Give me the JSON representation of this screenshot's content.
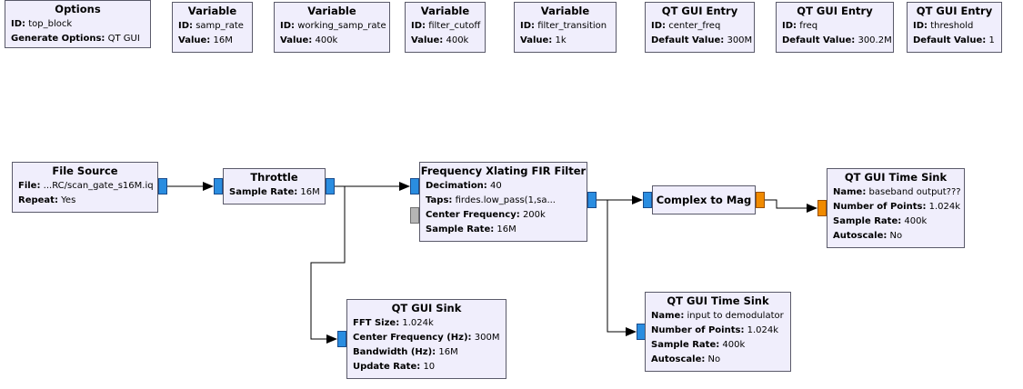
{
  "blocks": {
    "options": {
      "title": "Options",
      "rows": [
        {
          "k": "ID:",
          "v": "top_block"
        },
        {
          "k": "Generate Options:",
          "v": "QT GUI"
        }
      ]
    },
    "var_samp_rate": {
      "title": "Variable",
      "rows": [
        {
          "k": "ID:",
          "v": "samp_rate"
        },
        {
          "k": "Value:",
          "v": "16M"
        }
      ]
    },
    "var_working_samp_rate": {
      "title": "Variable",
      "rows": [
        {
          "k": "ID:",
          "v": "working_samp_rate"
        },
        {
          "k": "Value:",
          "v": "400k"
        }
      ]
    },
    "var_filter_cutoff": {
      "title": "Variable",
      "rows": [
        {
          "k": "ID:",
          "v": "filter_cutoff"
        },
        {
          "k": "Value:",
          "v": "400k"
        }
      ]
    },
    "var_filter_transition": {
      "title": "Variable",
      "rows": [
        {
          "k": "ID:",
          "v": "filter_transition"
        },
        {
          "k": "Value:",
          "v": "1k"
        }
      ]
    },
    "entry_center_freq": {
      "title": "QT GUI Entry",
      "rows": [
        {
          "k": "ID:",
          "v": "center_freq"
        },
        {
          "k": "Default Value:",
          "v": "300M"
        }
      ]
    },
    "entry_freq": {
      "title": "QT GUI Entry",
      "rows": [
        {
          "k": "ID:",
          "v": "freq"
        },
        {
          "k": "Default Value:",
          "v": "300.2M"
        }
      ]
    },
    "entry_threshold": {
      "title": "QT GUI Entry",
      "rows": [
        {
          "k": "ID:",
          "v": "threshold"
        },
        {
          "k": "Default Value:",
          "v": "1"
        }
      ]
    },
    "file_source": {
      "title": "File Source",
      "rows": [
        {
          "k": "File:",
          "v": "...RC/scan_gate_s16M.iq"
        },
        {
          "k": "Repeat:",
          "v": "Yes"
        }
      ]
    },
    "throttle": {
      "title": "Throttle",
      "rows": [
        {
          "k": "Sample Rate:",
          "v": "16M"
        }
      ]
    },
    "xlating_filter": {
      "title": "Frequency Xlating FIR Filter",
      "rows": [
        {
          "k": "Decimation:",
          "v": "40"
        },
        {
          "k": "Taps:",
          "v": "firdes.low_pass(1,sa..."
        },
        {
          "k": "Center Frequency:",
          "v": "200k"
        },
        {
          "k": "Sample Rate:",
          "v": "16M"
        }
      ]
    },
    "complex_to_mag": {
      "title": "Complex to Mag",
      "rows": []
    },
    "time_sink_baseband": {
      "title": "QT GUI Time Sink",
      "rows": [
        {
          "k": "Name:",
          "v": "baseband output???"
        },
        {
          "k": "Number of Points:",
          "v": "1.024k"
        },
        {
          "k": "Sample Rate:",
          "v": "400k"
        },
        {
          "k": "Autoscale:",
          "v": "No"
        }
      ]
    },
    "gui_sink": {
      "title": "QT GUI Sink",
      "rows": [
        {
          "k": "FFT Size:",
          "v": "1.024k"
        },
        {
          "k": "Center Frequency (Hz):",
          "v": "300M"
        },
        {
          "k": "Bandwidth (Hz):",
          "v": "16M"
        },
        {
          "k": "Update Rate:",
          "v": "10"
        }
      ]
    },
    "time_sink_demod": {
      "title": "QT GUI Time Sink",
      "rows": [
        {
          "k": "Name:",
          "v": "input to demodulator"
        },
        {
          "k": "Number of Points:",
          "v": "1.024k"
        },
        {
          "k": "Sample Rate:",
          "v": "400k"
        },
        {
          "k": "Autoscale:",
          "v": "No"
        }
      ]
    }
  }
}
